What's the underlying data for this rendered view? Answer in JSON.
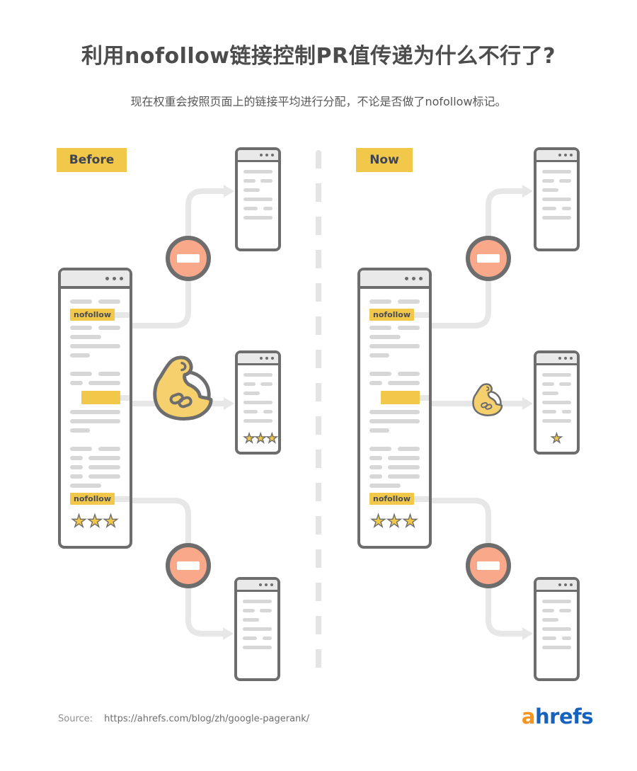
{
  "header": {
    "title": "利用nofollow链接控制PR值传递为什么不行了?",
    "subtitle": "现在权重会按照页面上的链接平均进行分配，不论是否做了nofollow标记。"
  },
  "columns": {
    "before_label": "Before",
    "now_label": "Now"
  },
  "tags": {
    "nofollow": "nofollow"
  },
  "stars": {
    "before_main": "★★★",
    "before_target": "★★★",
    "now_main": "★★★",
    "now_target": "★"
  },
  "footer": {
    "source_label": "Source:",
    "source_url": "https://ahrefs.com/blog/zh/google-pagerank/",
    "logo_a": "a",
    "logo_rest": "hrefs"
  },
  "colors": {
    "accent_yellow": "#F2C84B",
    "blocked_salmon": "#F9A88A",
    "outline_gray": "#6D6D6D",
    "text_line_gray": "#D7D7D7",
    "connector_gray": "#E7E7E7",
    "logo_orange": "#F7941E",
    "logo_blue": "#1563BE"
  }
}
